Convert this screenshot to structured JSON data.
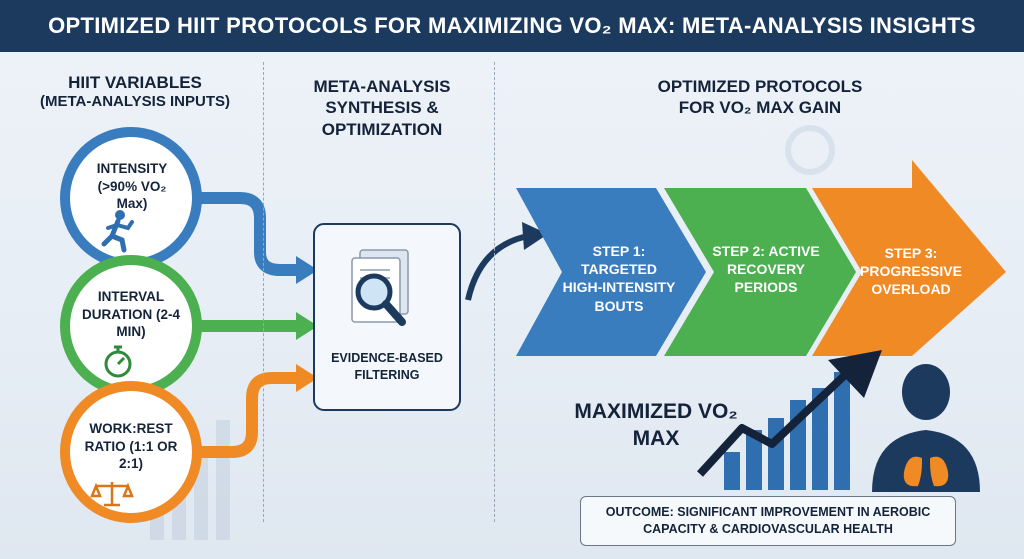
{
  "header": {
    "title": "OPTIMIZED HIIT PROTOCOLS FOR MAXIMIZING VO₂ MAX: META-ANALYSIS INSIGHTS"
  },
  "columns": {
    "inputs": {
      "title": "HIIT VARIABLES",
      "subtitle": "(META-ANALYSIS INPUTS)"
    },
    "synthesis": {
      "title": "META-ANALYSIS SYNTHESIS & OPTIMIZATION"
    },
    "outputs": {
      "title": "OPTIMIZED PROTOCOLS FOR VO₂ MAX GAIN"
    }
  },
  "variables": [
    {
      "label": "INTENSITY (>90% VO₂ Max)",
      "color": "#3a7dbf",
      "icon": "running-person-icon"
    },
    {
      "label": "INTERVAL DURATION (2-4 MIN)",
      "color": "#4caf50",
      "icon": "stopwatch-icon"
    },
    {
      "label": "WORK:REST RATIO (1:1 OR 2:1)",
      "color": "#f08a24",
      "icon": "balance-scale-icon"
    }
  ],
  "filter_box": {
    "label": "EVIDENCE-BASED FILTERING",
    "icon": "document-magnifier-icon"
  },
  "steps": [
    {
      "label": "STEP 1: TARGETED HIGH-INTENSITY BOUTS",
      "color": "#3a7dbf"
    },
    {
      "label": "STEP 2: ACTIVE RECOVERY PERIODS",
      "color": "#4caf50"
    },
    {
      "label": "STEP 3: PROGRESSIVE OVERLOAD",
      "color": "#f08a24"
    }
  ],
  "result": {
    "label": "MAXIMIZED VO₂ MAX",
    "icons": [
      "growth-chart-icon",
      "lungs-person-icon"
    ]
  },
  "outcome": {
    "label": "OUTCOME: SIGNIFICANT IMPROVEMENT IN AEROBIC CAPACITY & CARDIOVASCULAR HEALTH"
  }
}
